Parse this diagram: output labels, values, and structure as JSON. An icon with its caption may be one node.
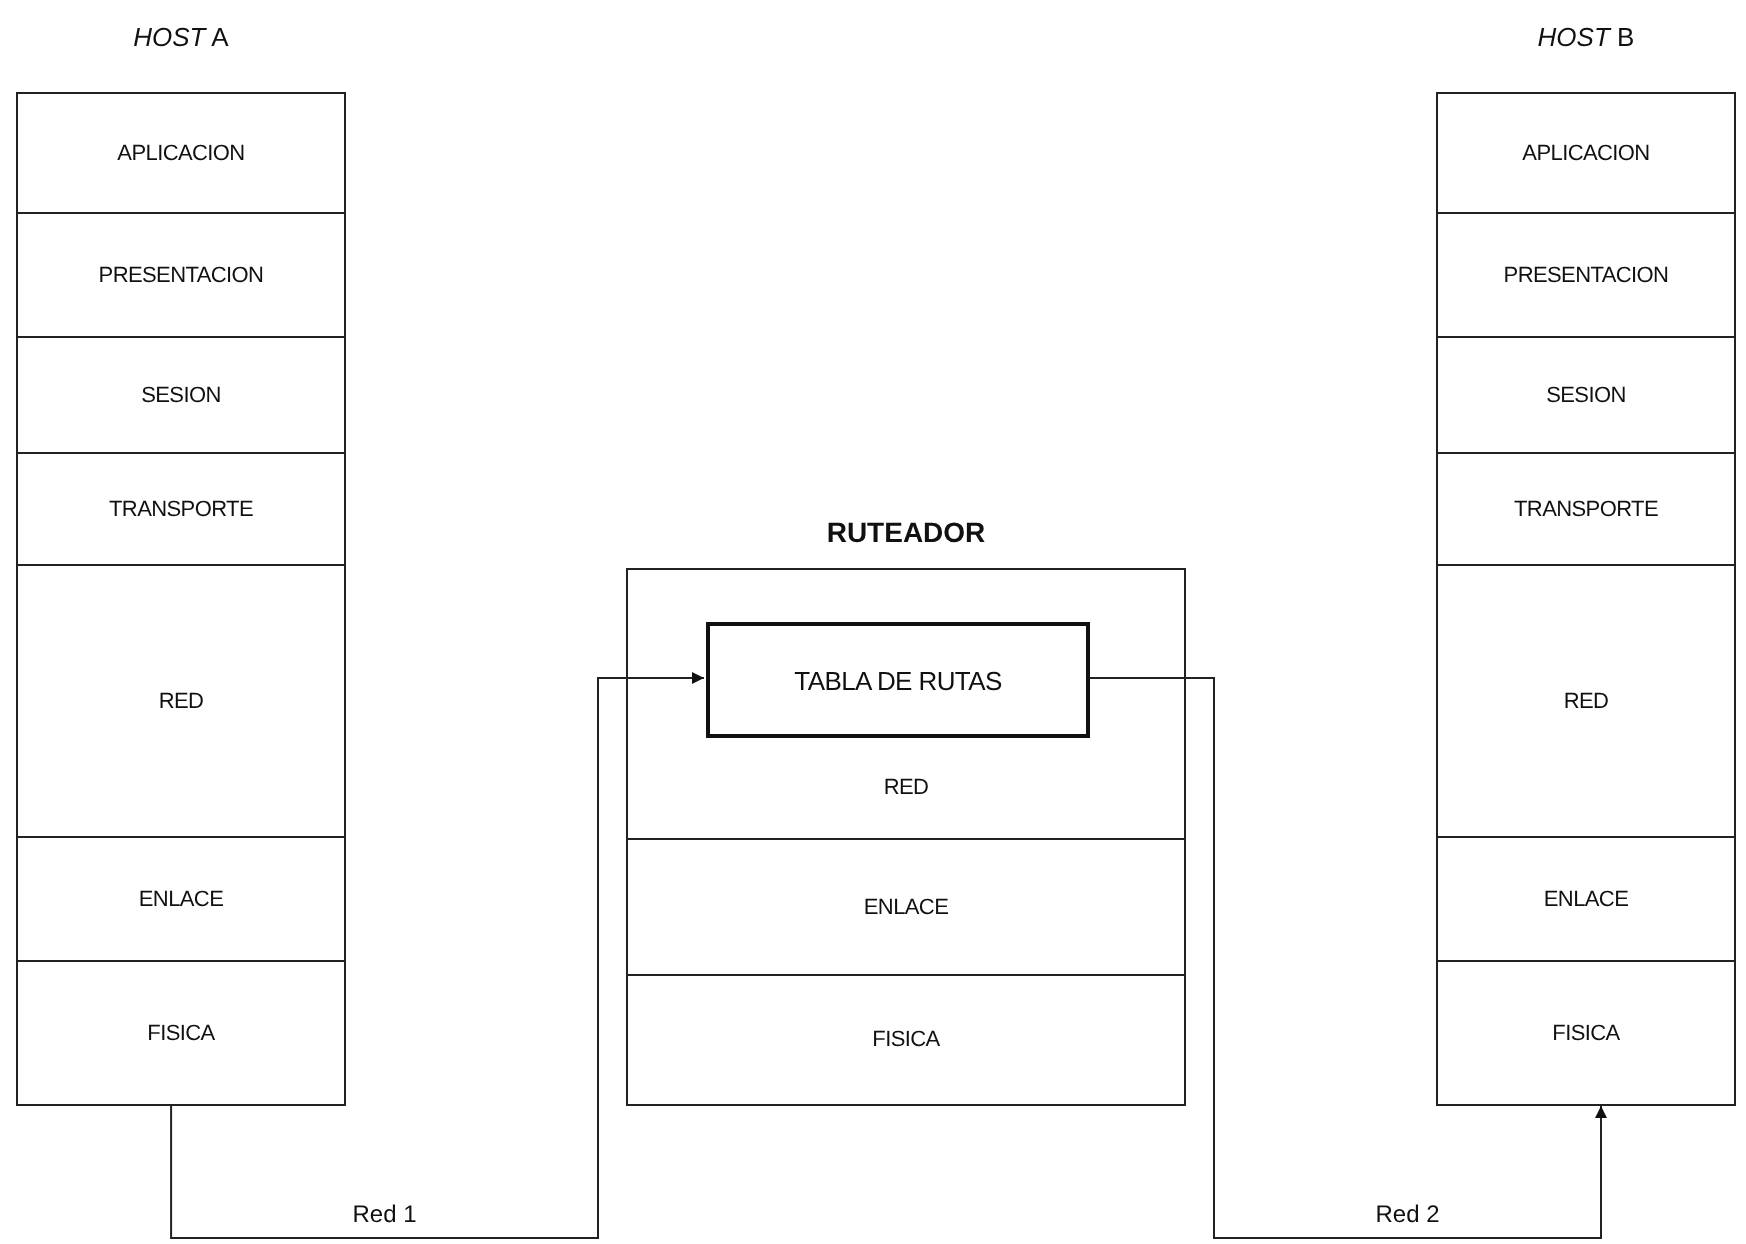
{
  "diagram": {
    "nodes": [
      {
        "text": [
          "*HOST* A"
        ]
      },
      {
        "text": [
          "APLICACION"
        ],
        "in": 0
      },
      {
        "text": [
          "PRESENTACION"
        ],
        "in": 0
      },
      {
        "text": [
          "SESION"
        ],
        "in": 0
      },
      {
        "text": [
          "TRANSPORTE"
        ],
        "in": 0
      },
      {
        "text": [
          "RED"
        ],
        "in": 0
      },
      {
        "text": [
          "ENLACE"
        ],
        "in": 0
      },
      {
        "text": [
          "FISICA"
        ],
        "in": 0
      },
      {
        "text": [
          "RUTEADOR"
        ]
      },
      {
        "text": [
          "RED"
        ],
        "in": 8
      },
      {
        "text": [
          "TABLA DE RUTAS"
        ],
        "in": 9
      },
      {
        "text": [
          "ENLACE"
        ],
        "in": 8
      },
      {
        "text": [
          "FISICA"
        ],
        "in": 8
      },
      {
        "text": [
          "*HOST* B"
        ]
      },
      {
        "text": [
          "APLICACION"
        ],
        "in": 13
      },
      {
        "text": [
          "PRESENTACION"
        ],
        "in": 13
      },
      {
        "text": [
          "SESION"
        ],
        "in": 13
      },
      {
        "text": [
          "TRANSPORTE"
        ],
        "in": 13
      },
      {
        "text": [
          "RED"
        ],
        "in": 13
      },
      {
        "text": [
          "ENLACE"
        ],
        "in": 13
      },
      {
        "text": [
          "FISICA"
        ],
        "in": 13
      }
    ],
    "edges": [
      {
        "from": 7,
        "to": 10,
        "arrow": "to",
        "label": "Red 1"
      },
      {
        "from": 10,
        "to": 20,
        "arrow": "to",
        "label": "Red 2"
      }
    ]
  }
}
